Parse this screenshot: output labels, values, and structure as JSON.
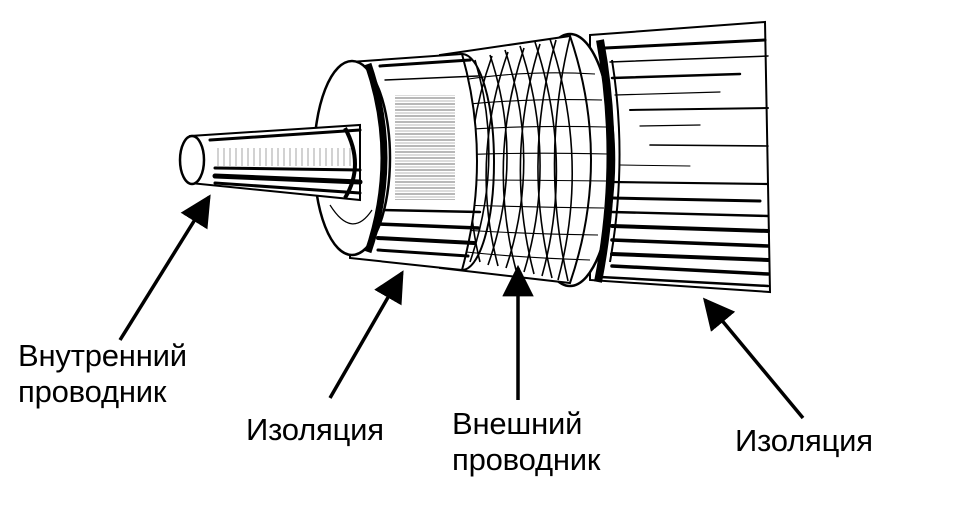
{
  "diagram": {
    "labels": {
      "inner_conductor": {
        "line1": "Внутренний",
        "line2": "проводник"
      },
      "inner_insulation": "Изоляция",
      "outer_conductor": {
        "line1": "Внешний",
        "line2": "проводник"
      },
      "outer_insulation": "Изоляция"
    },
    "colors": {
      "ink": "#000000",
      "paper": "#ffffff",
      "shade": "#d9d9d9"
    }
  }
}
